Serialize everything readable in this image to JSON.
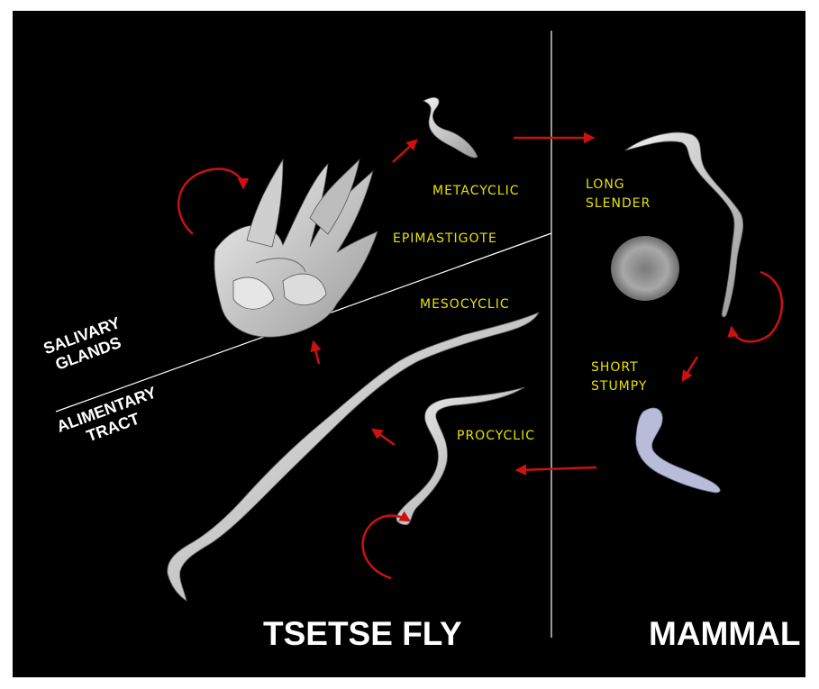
{
  "host_labels": {
    "tsetse": "TSETSE FLY",
    "mammal": "MAMMAL"
  },
  "region_labels": {
    "salivary": [
      "SALIVARY",
      "GLANDS"
    ],
    "alimentary": [
      "ALIMENTARY",
      "TRACT"
    ]
  },
  "stages": {
    "metacyclic": "METACYCLIC",
    "epimastigote": "EPIMASTIGOTE",
    "mesocyclic": "MESOCYCLIC",
    "procyclic": "PROCYCLIC",
    "long_slender": [
      "LONG",
      "SLENDER"
    ],
    "short_stumpy": [
      "SHORT",
      "STUMPY"
    ]
  },
  "colors": {
    "background": "#000000",
    "stage_text": "#e8e000",
    "arrow": "#cc1111",
    "parasite": "#d8d8d8",
    "divider": "#ffffff"
  }
}
